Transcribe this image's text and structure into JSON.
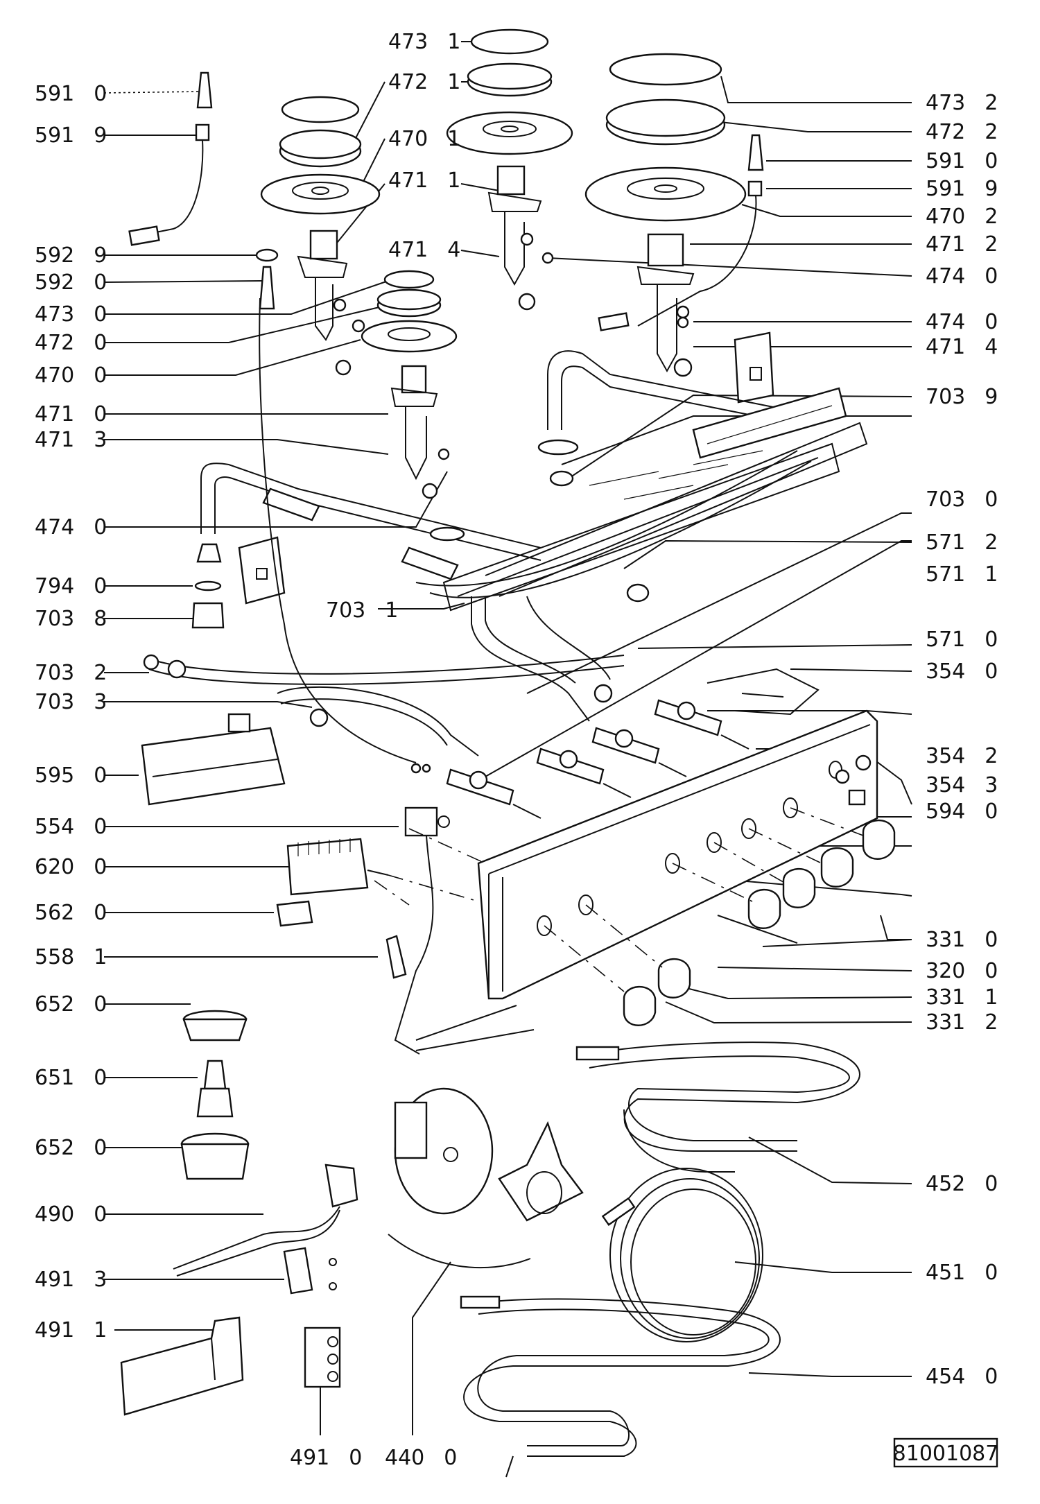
{
  "diagram": {
    "labels": [
      {
        "id": "l-591-0-a",
        "code": "591",
        "suffix": "0"
      },
      {
        "id": "l-591-9-a",
        "code": "591",
        "suffix": "9"
      },
      {
        "id": "l-592-9",
        "code": "592",
        "suffix": "9"
      },
      {
        "id": "l-592-0",
        "code": "592",
        "suffix": "0"
      },
      {
        "id": "l-473-0",
        "code": "473",
        "suffix": "0"
      },
      {
        "id": "l-472-0",
        "code": "472",
        "suffix": "0"
      },
      {
        "id": "l-470-0",
        "code": "470",
        "suffix": "0"
      },
      {
        "id": "l-471-0",
        "code": "471",
        "suffix": "0"
      },
      {
        "id": "l-471-3",
        "code": "471",
        "suffix": "3"
      },
      {
        "id": "l-474-0-a",
        "code": "474",
        "suffix": "0"
      },
      {
        "id": "l-794-0",
        "code": "794",
        "suffix": "0"
      },
      {
        "id": "l-703-8",
        "code": "703",
        "suffix": "8"
      },
      {
        "id": "l-703-2",
        "code": "703",
        "suffix": "2"
      },
      {
        "id": "l-703-3",
        "code": "703",
        "suffix": "3"
      },
      {
        "id": "l-595-0",
        "code": "595",
        "suffix": "0"
      },
      {
        "id": "l-554-0",
        "code": "554",
        "suffix": "0"
      },
      {
        "id": "l-620-0",
        "code": "620",
        "suffix": "0"
      },
      {
        "id": "l-562-0",
        "code": "562",
        "suffix": "0"
      },
      {
        "id": "l-558-1",
        "code": "558",
        "suffix": "1"
      },
      {
        "id": "l-652-0-a",
        "code": "652",
        "suffix": "0"
      },
      {
        "id": "l-651-0",
        "code": "651",
        "suffix": "0"
      },
      {
        "id": "l-652-0-b",
        "code": "652",
        "suffix": "0"
      },
      {
        "id": "l-490-0",
        "code": "490",
        "suffix": "0"
      },
      {
        "id": "l-491-3",
        "code": "491",
        "suffix": "3"
      },
      {
        "id": "l-491-1",
        "code": "491",
        "suffix": "1"
      },
      {
        "id": "l-491-0",
        "code": "491",
        "suffix": "0"
      },
      {
        "id": "l-440-0",
        "code": "440",
        "suffix": "0"
      },
      {
        "id": "l-473-1",
        "code": "473",
        "suffix": "1"
      },
      {
        "id": "l-472-1",
        "code": "472",
        "suffix": "1"
      },
      {
        "id": "l-470-1",
        "code": "470",
        "suffix": "1"
      },
      {
        "id": "l-471-1",
        "code": "471",
        "suffix": "1"
      },
      {
        "id": "l-471-4-a",
        "code": "471",
        "suffix": "4"
      },
      {
        "id": "l-703-1",
        "code": "703",
        "suffix": "1"
      },
      {
        "id": "l-473-2",
        "code": "473",
        "suffix": "2"
      },
      {
        "id": "l-472-2",
        "code": "472",
        "suffix": "2"
      },
      {
        "id": "l-591-0-b",
        "code": "591",
        "suffix": "0"
      },
      {
        "id": "l-591-9-b",
        "code": "591",
        "suffix": "9"
      },
      {
        "id": "l-470-2",
        "code": "470",
        "suffix": "2"
      },
      {
        "id": "l-471-2",
        "code": "471",
        "suffix": "2"
      },
      {
        "id": "l-474-0-b",
        "code": "474",
        "suffix": "0"
      },
      {
        "id": "l-474-0-c",
        "code": "474",
        "suffix": "0"
      },
      {
        "id": "l-471-4-b",
        "code": "471",
        "suffix": "4"
      },
      {
        "id": "l-703-9",
        "code": "703",
        "suffix": "9"
      },
      {
        "id": "l-703-0",
        "code": "703",
        "suffix": "0"
      },
      {
        "id": "l-571-2",
        "code": "571",
        "suffix": "2"
      },
      {
        "id": "l-571-1",
        "code": "571",
        "suffix": "1"
      },
      {
        "id": "l-571-0",
        "code": "571",
        "suffix": "0"
      },
      {
        "id": "l-354-0",
        "code": "354",
        "suffix": "0"
      },
      {
        "id": "l-354-2",
        "code": "354",
        "suffix": "2"
      },
      {
        "id": "l-354-3",
        "code": "354",
        "suffix": "3"
      },
      {
        "id": "l-594-0",
        "code": "594",
        "suffix": "0"
      },
      {
        "id": "l-331-0",
        "code": "331",
        "suffix": "0"
      },
      {
        "id": "l-320-0",
        "code": "320",
        "suffix": "0"
      },
      {
        "id": "l-331-1",
        "code": "331",
        "suffix": "1"
      },
      {
        "id": "l-331-2",
        "code": "331",
        "suffix": "2"
      },
      {
        "id": "l-452-0",
        "code": "452",
        "suffix": "0"
      },
      {
        "id": "l-451-0",
        "code": "451",
        "suffix": "0"
      },
      {
        "id": "l-454-0",
        "code": "454",
        "suffix": "0"
      }
    ],
    "drawing_code": "81001087"
  }
}
